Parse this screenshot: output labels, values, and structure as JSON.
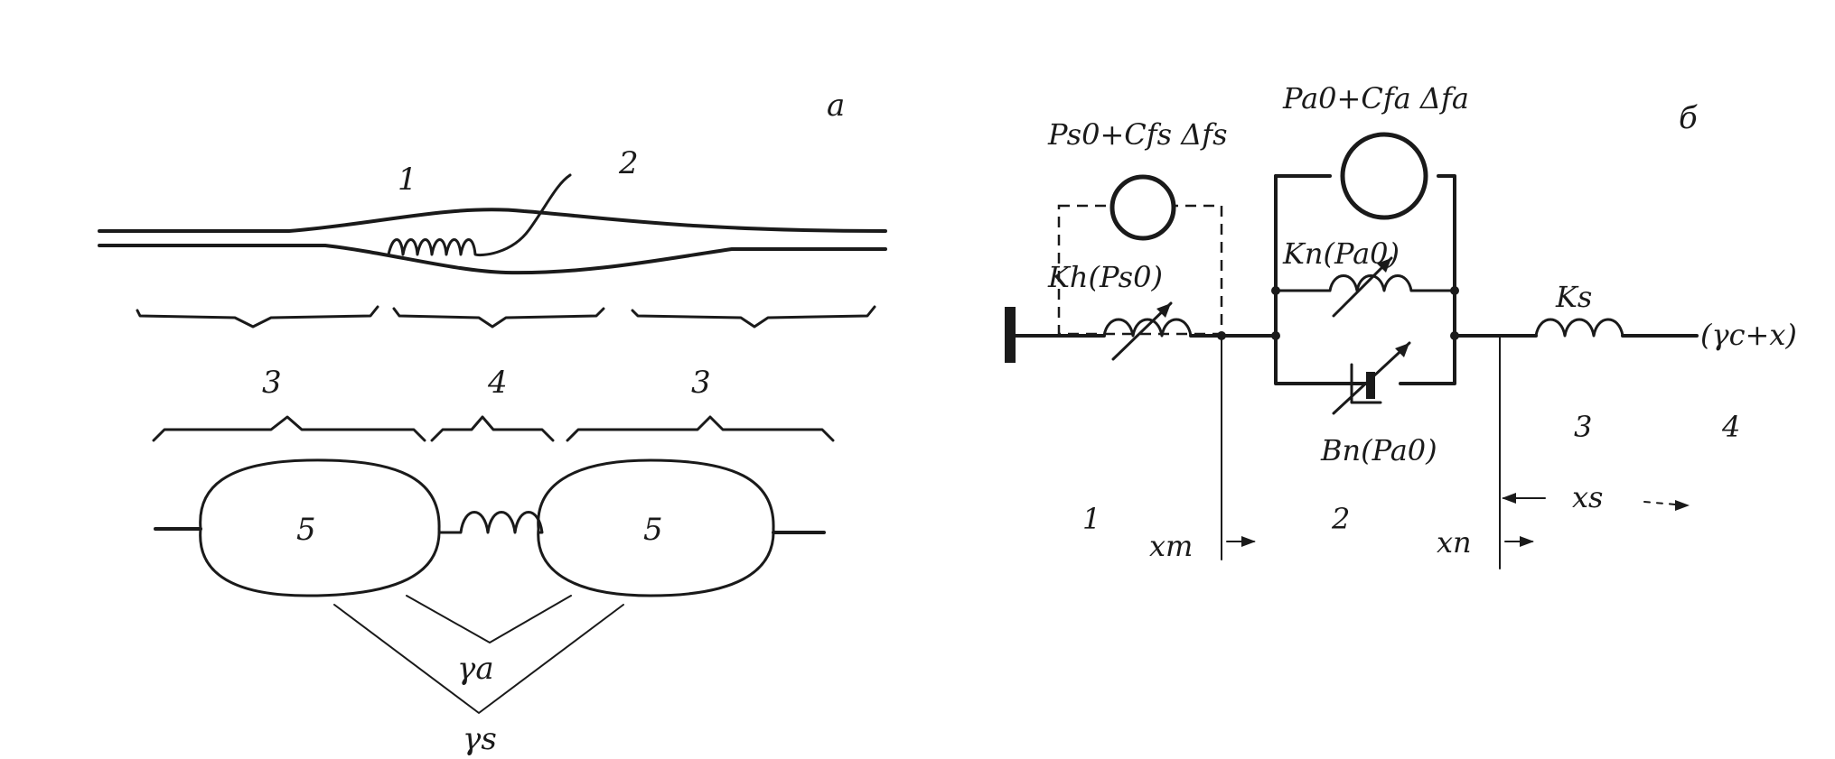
{
  "panel_a": {
    "panel_label": "a",
    "numbers": {
      "n1": "1",
      "n2": "2",
      "n3_left": "3",
      "n4": "4",
      "n3_right": "3",
      "n5_left": "5",
      "n5_right": "5"
    },
    "gamma_a": "γa",
    "gamma_s": "γs"
  },
  "panel_b": {
    "panel_label": "б",
    "source_s": "Ps0+Cfs Δfs",
    "source_a": "Pa0+Cfa Δfa",
    "k_h": "Kh(Ps0)",
    "k_n": "Kn(Pa0)",
    "b_n": "Bn(Pa0)",
    "k_s": "Ks",
    "terminal": "(γc+x)",
    "region_1": "1",
    "region_2": "2",
    "region_3": "3",
    "region_4": "4",
    "x_m": "xm",
    "x_n": "xn",
    "x_s": "xs"
  }
}
